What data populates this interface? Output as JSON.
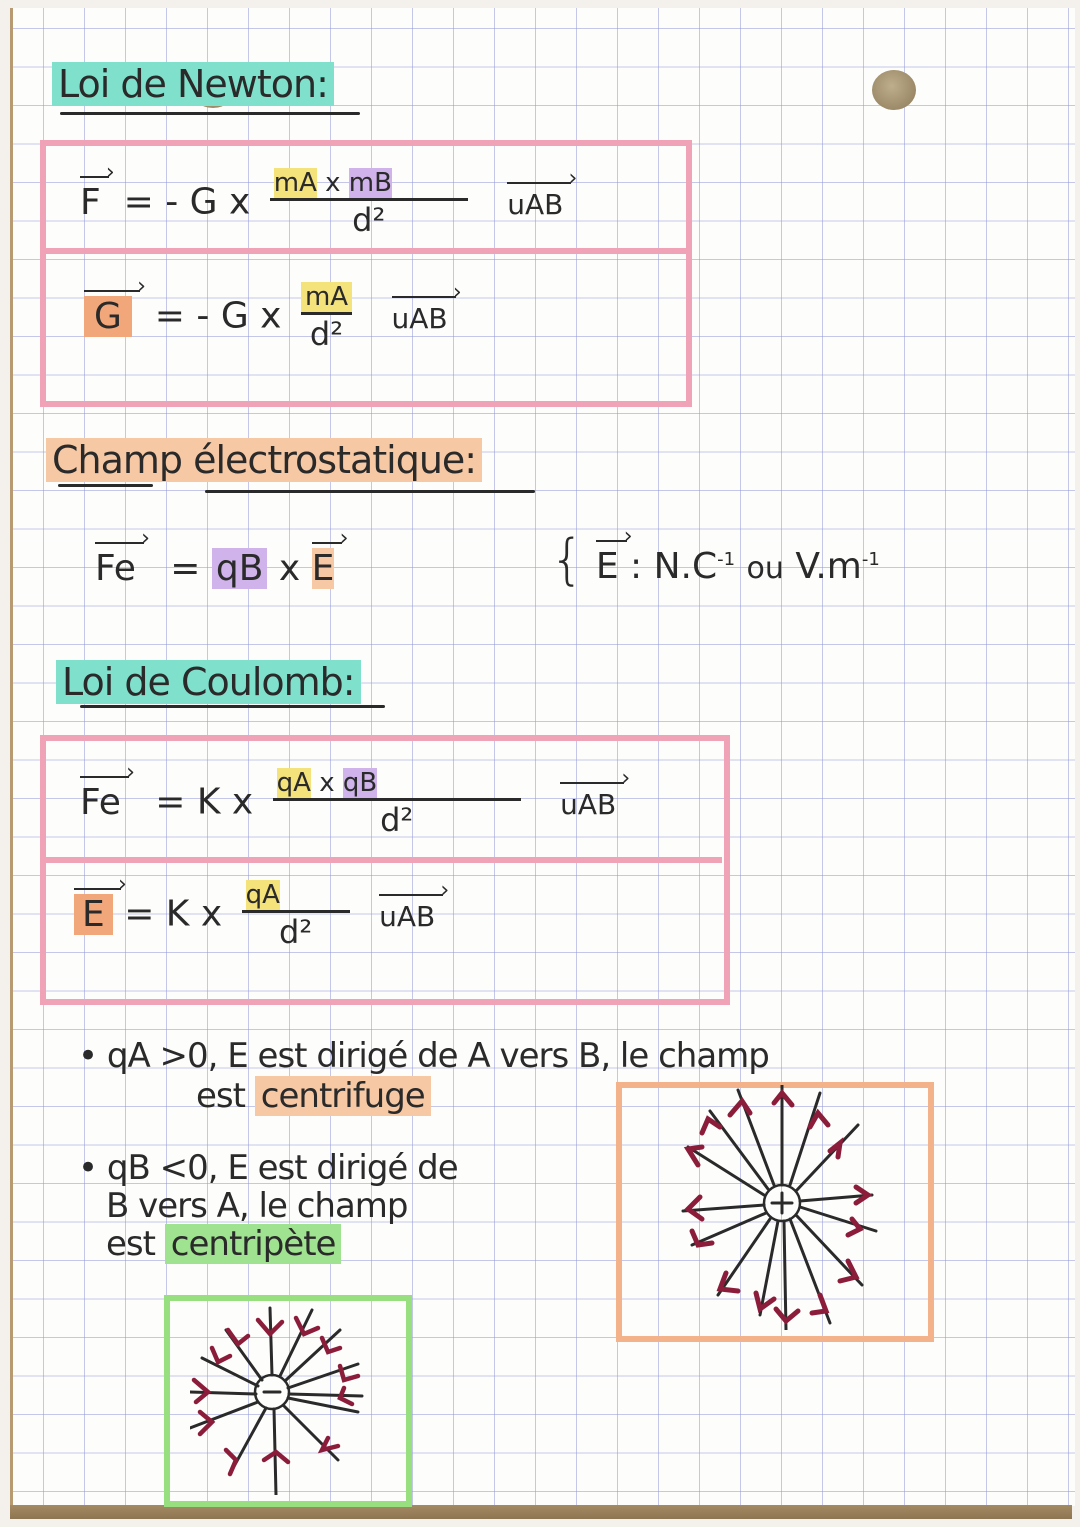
{
  "page": {
    "type": "handwritten physics notes on grid paper",
    "colors": {
      "grid": "#9698d7",
      "ink": "#2a2a2a",
      "pink_box": "#f0a2b6",
      "teal_highlight": "#7fe0cc",
      "peach_highlight": "#f6c8a4",
      "yellow_highlight": "#f4e27a",
      "purple_highlight": "#cfb3ea",
      "orange_highlight": "#f2a77a",
      "green_highlight": "#9fe28f",
      "arrowhead_red": "#8b1d3a"
    }
  },
  "newton": {
    "title": "Loi de Newton:",
    "formula_force": {
      "lhs": "F",
      "eq": "= - G x",
      "num_a": "mA",
      "times": "x",
      "num_b": "mB",
      "den": "d²",
      "unit_vec": "uAB"
    },
    "formula_field": {
      "lhs": "G",
      "eq": "= - G x",
      "num": "mA",
      "den": "d²",
      "unit_vec": "uAB"
    }
  },
  "electrostatic": {
    "title": "Champ électrostatique:",
    "formula": {
      "lhs": "Fe",
      "eq": "=",
      "charge": "qB",
      "times": "x",
      "field": "E"
    },
    "units": {
      "symbol": "E",
      "text_a": ": N.C",
      "exp_a": "-1",
      "or": "ou",
      "text_b": "V.m",
      "exp_b": "-1"
    }
  },
  "coulomb": {
    "title": "Loi de Coulomb:",
    "formula_force": {
      "lhs": "Fe",
      "eq": "= K x",
      "num_a": "qA",
      "times": "x",
      "num_b": "qB",
      "den": "d²",
      "unit_vec": "uAB"
    },
    "formula_field": {
      "lhs": "E",
      "eq": "= K x",
      "num": "qA",
      "den": "d²",
      "unit_vec": "uAB"
    }
  },
  "notes": [
    {
      "bullet": "•",
      "line1": "qA >0, E est dirigé de A vers B, le champ",
      "line2_prefix": "est",
      "keyword": "centrifuge"
    },
    {
      "bullet": "•",
      "line1": "qB <0, E est dirigé de",
      "line2": "B vers A, le champ",
      "line3_prefix": "est",
      "keyword": "centripète"
    }
  ],
  "diagrams": {
    "positive_charge": {
      "symbol": "+",
      "field_direction": "outward",
      "frame_color": "orange"
    },
    "negative_charge": {
      "symbol": "−",
      "field_direction": "inward",
      "frame_color": "green"
    }
  }
}
